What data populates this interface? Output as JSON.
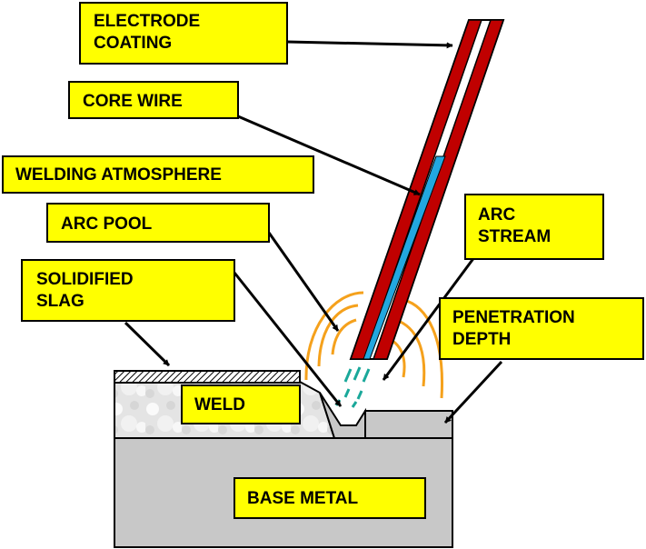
{
  "labels": {
    "electrode_coating": [
      "ELECTRODE",
      "COATING"
    ],
    "core_wire": "CORE WIRE",
    "welding_atmosphere": "WELDING ATMOSPHERE",
    "arc_pool": "ARC POOL",
    "arc_stream": [
      "ARC",
      "STREAM"
    ],
    "solidified_slag": [
      "SOLIDIFIED",
      "SLAG"
    ],
    "penetration_depth": [
      "PENETRATION",
      "DEPTH"
    ],
    "weld": "WELD",
    "base_metal": "BASE METAL"
  },
  "colors": {
    "label_box": "#ffff00",
    "coating": "#c00000",
    "core_wire": "#22a7e0",
    "atmosphere": "#f5a11c",
    "arc_stream": "#1aa89a",
    "base_metal": "#c8c8c8",
    "slag": "#e0e0e0"
  }
}
